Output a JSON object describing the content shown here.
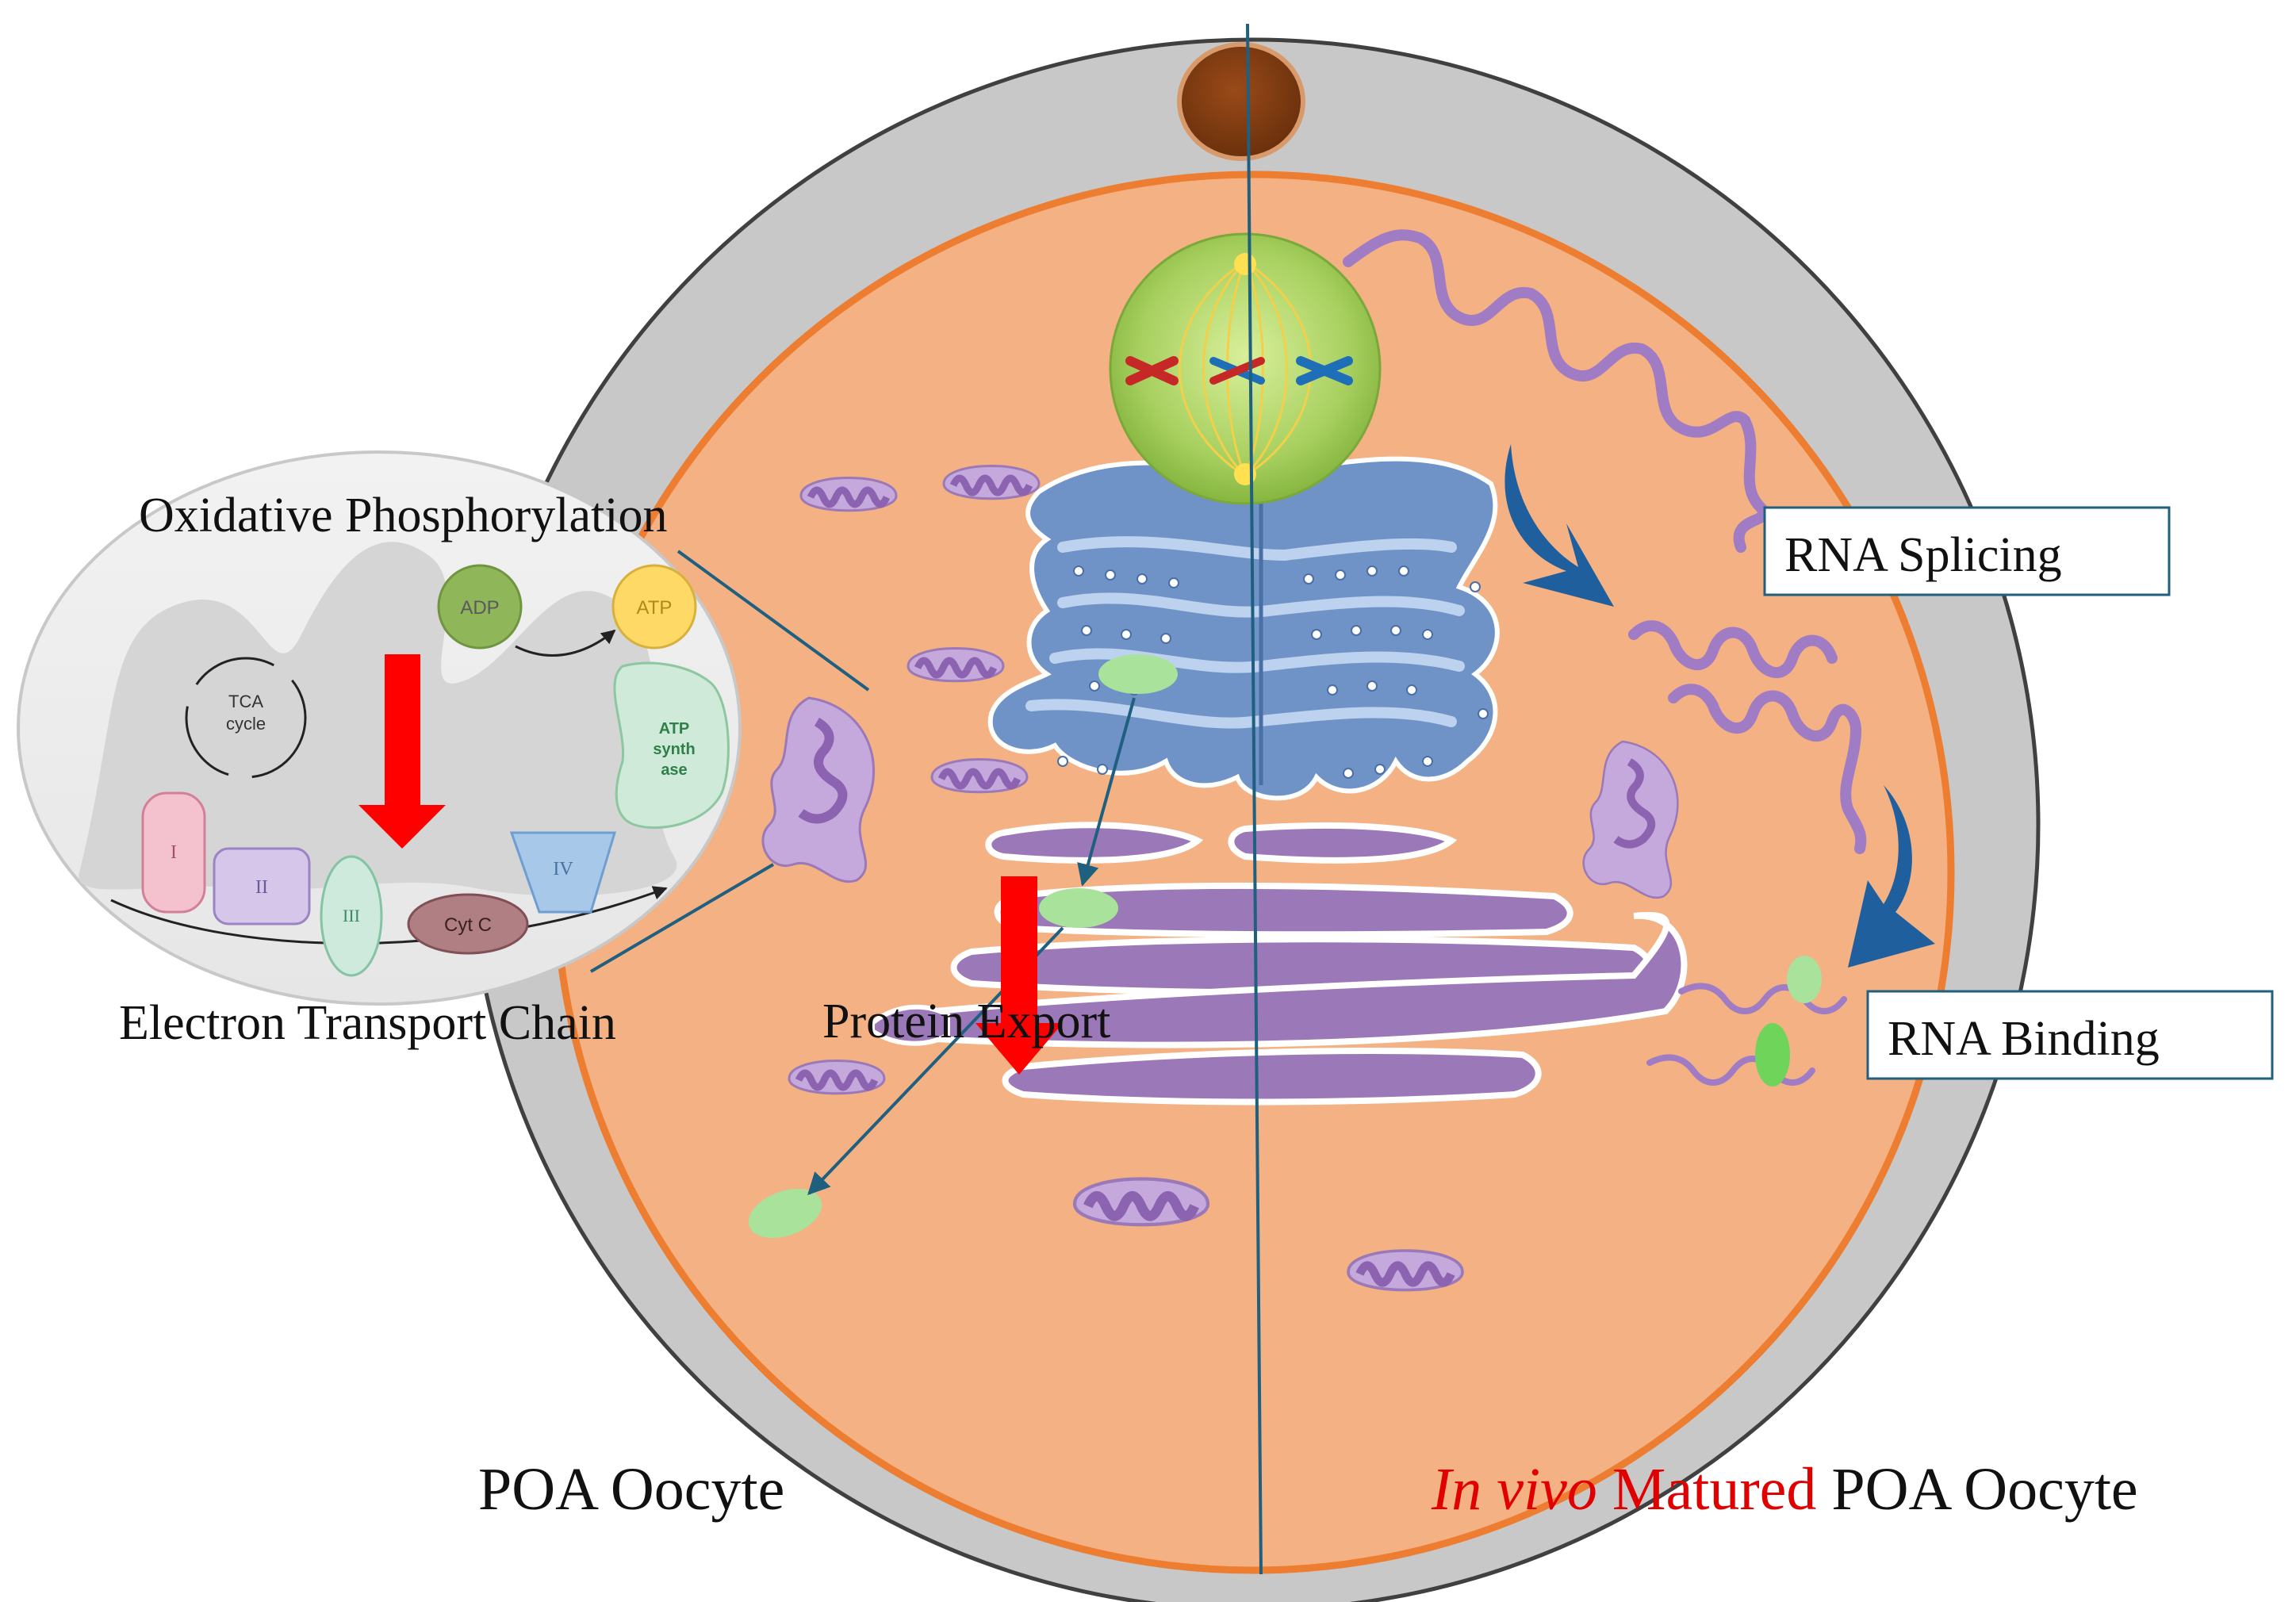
{
  "labels": {
    "oxphos": "Oxidative Phosphorylation",
    "etc": "Electron Transport Chain",
    "protein_export": "Protein Export",
    "rna_splicing": "RNA Splicing",
    "rna_binding": "RNA Binding",
    "poa_oocyte": "POA Oocyte",
    "invivo_italic": "In vivo",
    "invivo_matured": " Matured",
    "invivo_poa": " POA Oocyte"
  },
  "mito_inset": {
    "adp": "ADP",
    "atp": "ATP",
    "tca_line1": "TCA",
    "tca_line2": "cycle",
    "atp_synthase_line1": "ATP",
    "atp_synthase_line2": "synth",
    "atp_synthase_line3": "ase",
    "complex_1": "I",
    "complex_2": "II",
    "complex_3": "III",
    "complex_4": "IV",
    "cyt_c": "Cyt C"
  },
  "colors": {
    "cytoplasm": "#f4b183",
    "zona": "#c8c8c8",
    "cell_border": "#404040",
    "membrane": "#ed7d31",
    "polar_body": "#7f3a0f",
    "divider": "#1f5f7f",
    "down_arrow": "#ff0000",
    "curved_arrow": "#1f5f9e",
    "rna": "#a07cc5",
    "er_blue": "#6f93c7",
    "golgi_purple": "#9b79b8",
    "vesicle": "#a9e29a",
    "matured_red": "#e00000"
  }
}
